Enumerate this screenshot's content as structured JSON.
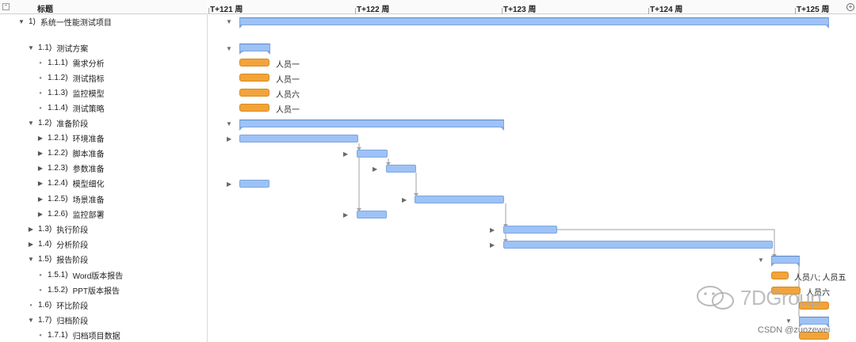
{
  "outline": {
    "header_title": "标题",
    "rows": [
      {
        "toggle": "▼",
        "num": "1)",
        "label": "系统一性能测试项目"
      },
      {
        "toggle": "",
        "num": "",
        "label": ""
      },
      {
        "toggle": "▼",
        "num": "1.1)",
        "label": "测试方案"
      },
      {
        "toggle": "●",
        "num": "1.1.1)",
        "label": "需求分析"
      },
      {
        "toggle": "●",
        "num": "1.1.2)",
        "label": "测试指标"
      },
      {
        "toggle": "●",
        "num": "1.1.3)",
        "label": "监控模型"
      },
      {
        "toggle": "●",
        "num": "1.1.4)",
        "label": "测试策略"
      },
      {
        "toggle": "▼",
        "num": "1.2)",
        "label": "准备阶段"
      },
      {
        "toggle": "▶",
        "num": "1.2.1)",
        "label": "环境准备"
      },
      {
        "toggle": "▶",
        "num": "1.2.2)",
        "label": "脚本准备"
      },
      {
        "toggle": "▶",
        "num": "1.2.3)",
        "label": "参数准备"
      },
      {
        "toggle": "▶",
        "num": "1.2.4)",
        "label": "模型细化"
      },
      {
        "toggle": "▶",
        "num": "1.2.5)",
        "label": "场景准备"
      },
      {
        "toggle": "▶",
        "num": "1.2.6)",
        "label": "监控部署"
      },
      {
        "toggle": "▶",
        "num": "1.3)",
        "label": "执行阶段"
      },
      {
        "toggle": "▶",
        "num": "1.4)",
        "label": "分析阶段"
      },
      {
        "toggle": "▼",
        "num": "1.5)",
        "label": "报告阶段"
      },
      {
        "toggle": "●",
        "num": "1.5.1)",
        "label": "Word版本报告"
      },
      {
        "toggle": "●",
        "num": "1.5.2)",
        "label": "PPT版本报告"
      },
      {
        "toggle": "●",
        "num": "1.6)",
        "label": "环比阶段"
      },
      {
        "toggle": "▼",
        "num": "1.7)",
        "label": "归档阶段"
      },
      {
        "toggle": "●",
        "num": "1.7.1)",
        "label": "归档项目数据"
      }
    ]
  },
  "timeline": {
    "weeks": [
      "T+121 周",
      "T+122 周",
      "T+123 周",
      "T+124 周",
      "T+125 周"
    ],
    "zoom_icon": "zoom-icon"
  },
  "resources": {
    "r1": "人员一",
    "r2": "人员一",
    "r3": "人员六",
    "r4": "人员一",
    "r5": "人员八; 人员五",
    "r6": "人员六"
  },
  "watermark": {
    "brand": "7DGroup",
    "credit": "CSDN @zuozewei"
  },
  "colors": {
    "task_bar": "#9ec2f5",
    "resource_bar": "#f2a43a",
    "link_line": "#a0a0a0"
  }
}
